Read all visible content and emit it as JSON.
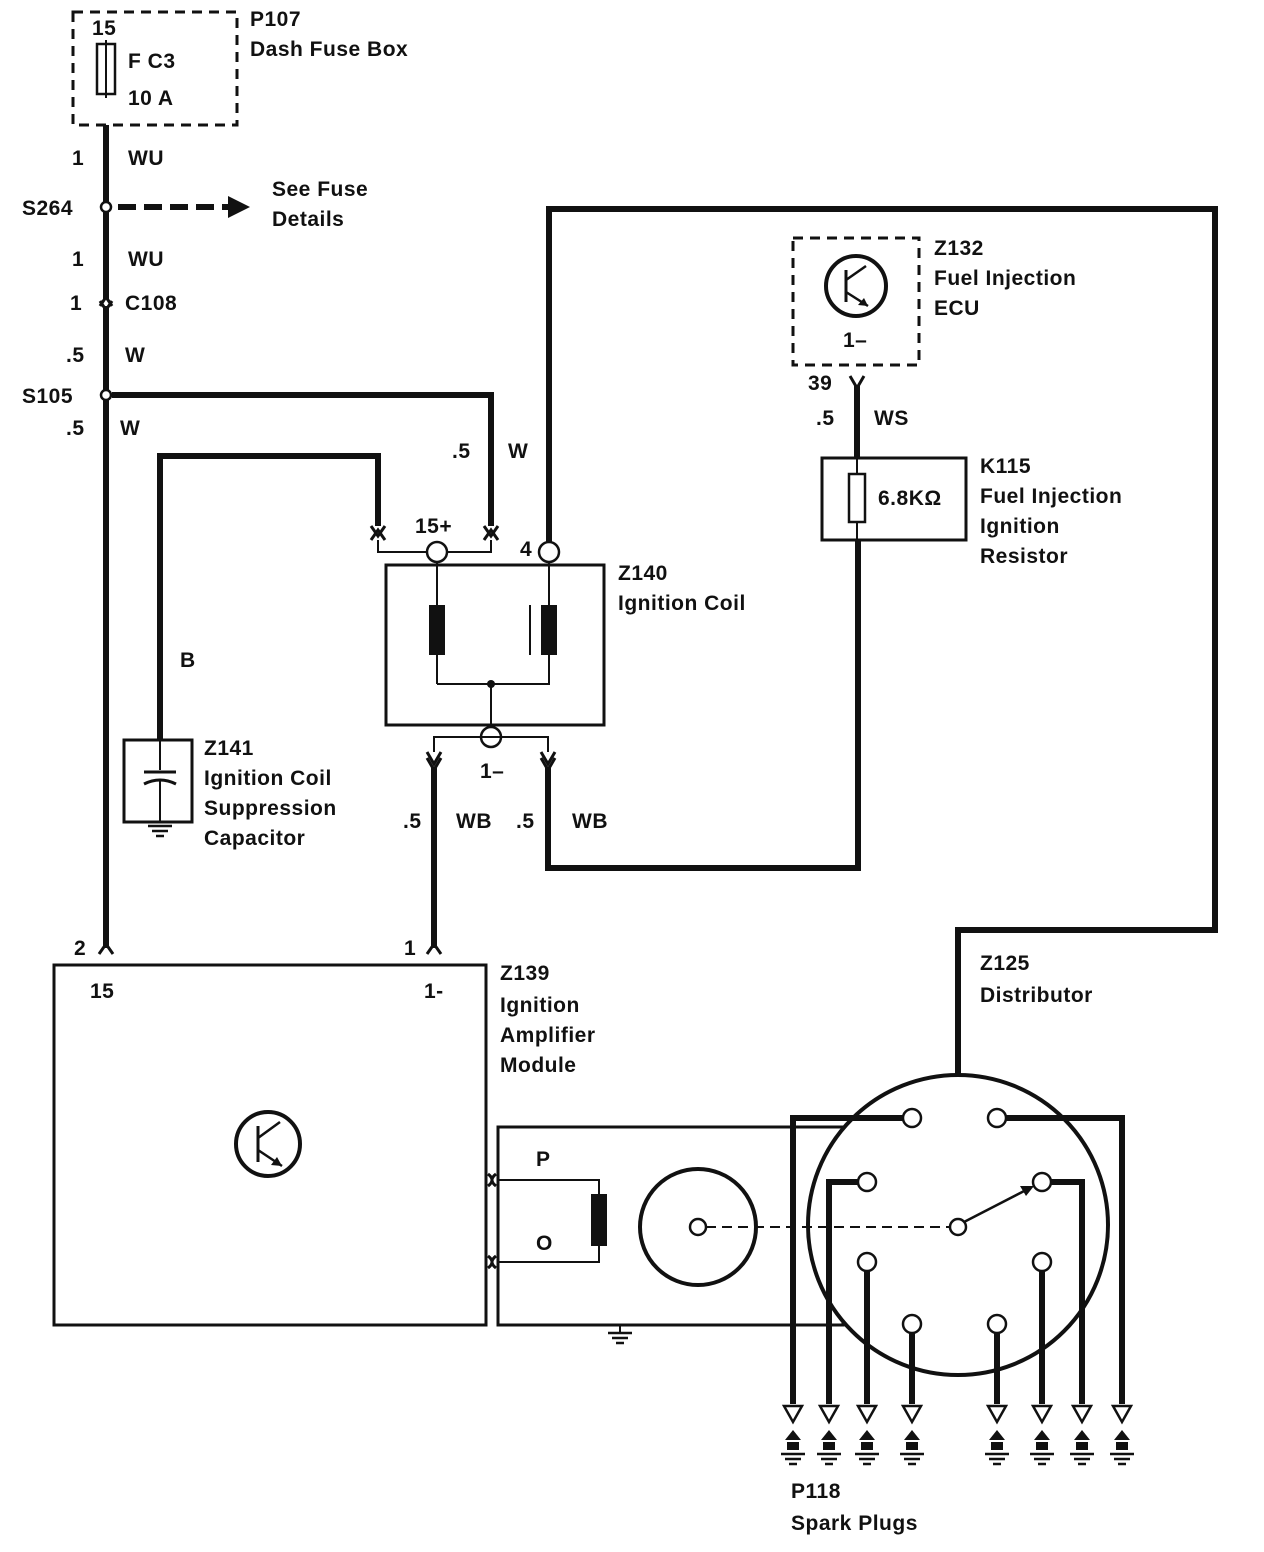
{
  "fuse_box": {
    "terminal": "15",
    "ref": "P107",
    "name": "Dash Fuse Box",
    "fuse_id": "F C3",
    "fuse_rating": "10 A"
  },
  "wires": {
    "w1_size": "1",
    "w1_color": "WU",
    "w2_size": "1",
    "w2_color": "WU",
    "w3_size": ".5",
    "w3_color": "W",
    "w4_size": ".5",
    "w4_color": "W",
    "w5_size": ".5",
    "w5_color": "W",
    "cap_color": "B",
    "ecu_pin": "39",
    "ecu_size": ".5",
    "ecu_color": "WS",
    "neg1_size": ".5",
    "neg1_color": "WB",
    "neg2_size": ".5",
    "neg2_color": "WB"
  },
  "splices": {
    "s264": "S264",
    "s105": "S105"
  },
  "connector": {
    "pin": "1",
    "ref": "C108"
  },
  "fuse_details": {
    "line1": "See Fuse",
    "line2": "Details"
  },
  "ecu": {
    "ref": "Z132",
    "line1": "Fuel Injection",
    "line2": "ECU",
    "pin_label": "1–"
  },
  "resistor": {
    "ref": "K115",
    "value": "6.8KΩ",
    "line1": "Fuel Injection",
    "line2": "Ignition",
    "line3": "Resistor"
  },
  "coil": {
    "ref": "Z140",
    "name": "Ignition Coil",
    "pos_terminal": "15+",
    "t4": "4",
    "neg_terminal": "1–"
  },
  "capacitor": {
    "ref": "Z141",
    "line1": "Ignition Coil",
    "line2": "Suppression",
    "line3": "Capacitor"
  },
  "amplifier": {
    "ref": "Z139",
    "line1": "Ignition",
    "line2": "Amplifier",
    "line3": "Module",
    "pin2": "2",
    "pin1": "1",
    "t15": "15",
    "tneg": "1-"
  },
  "distributor": {
    "ref": "Z125",
    "name": "Distributor",
    "pickup_p": "P",
    "pickup_o": "O"
  },
  "spark_plugs": {
    "ref": "P118",
    "name": "Spark Plugs",
    "count": 8
  }
}
